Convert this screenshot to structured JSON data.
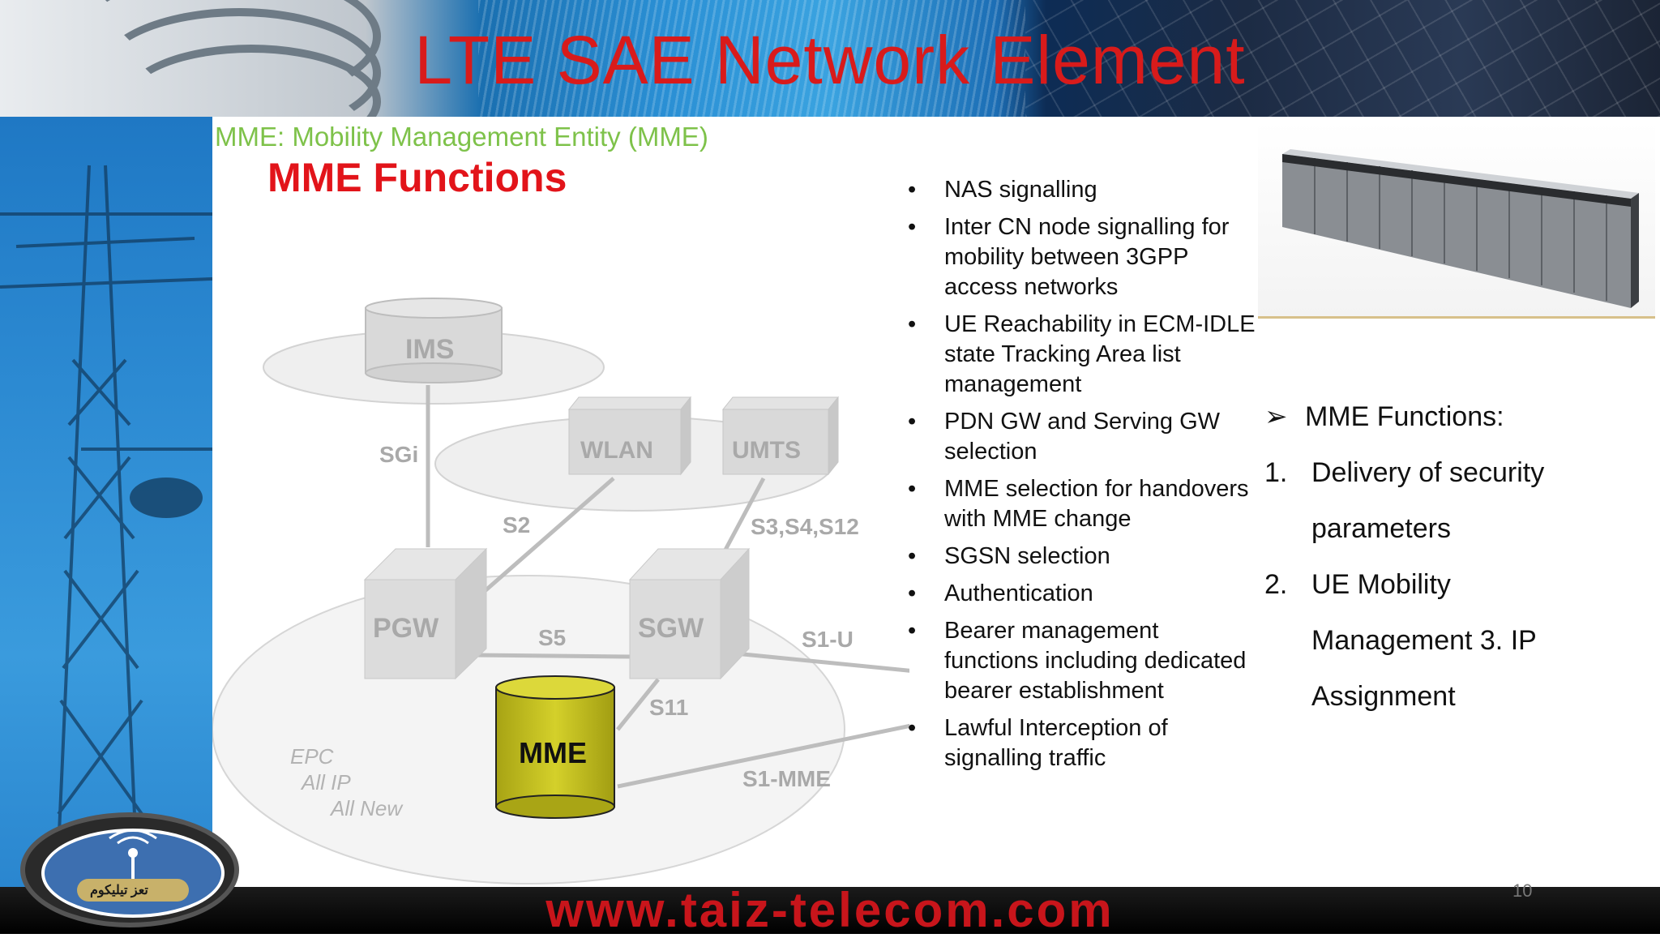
{
  "slide": {
    "title": "LTE SAE Network Element",
    "subtitle": "MME: Mobility Management Entity (MME)",
    "page_number": "10",
    "footer_url": "www.taiz-telecom.com",
    "logo_text": "تعز تيليكوم"
  },
  "diagram": {
    "heading": "MME Functions",
    "nodes": {
      "ims": "IMS",
      "wlan": "WLAN",
      "umts": "UMTS",
      "pgw": "PGW",
      "sgw": "SGW",
      "mme": "MME"
    },
    "interfaces": {
      "sgi": "SGi",
      "s2": "S2",
      "s3s4s12": "S3,S4,S12",
      "s5": "S5",
      "s1u": "S1-U",
      "s11": "S11",
      "s1mme": "S1-MME"
    },
    "epc_lines": [
      "EPC",
      "All IP",
      "All New"
    ]
  },
  "bullets": [
    "NAS signalling",
    "Inter CN node signalling for mobility between 3GPP access networks",
    "UE Reachability in ECM-IDLE state Tracking Area list management",
    "PDN GW and Serving GW selection",
    "MME selection for handovers with MME change",
    "SGSN selection",
    "Authentication",
    "Bearer management functions including dedicated bearer establishment",
    "Lawful Interception of signalling traffic"
  ],
  "right_list": {
    "heading_marker": "➢",
    "heading": "MME Functions:",
    "items": [
      {
        "marker": "1.",
        "lines": [
          "Delivery of security",
          "parameters"
        ]
      },
      {
        "marker": "2.",
        "lines": [
          "UE Mobility",
          "Management 3. IP",
          "Assignment"
        ]
      }
    ]
  },
  "colors": {
    "title_red": "#d81b1b",
    "subtitle_green": "#7ec24a",
    "heading_red": "#e2141a",
    "mme_yellow": "#c9c41a",
    "footer_red": "#c8151b"
  }
}
